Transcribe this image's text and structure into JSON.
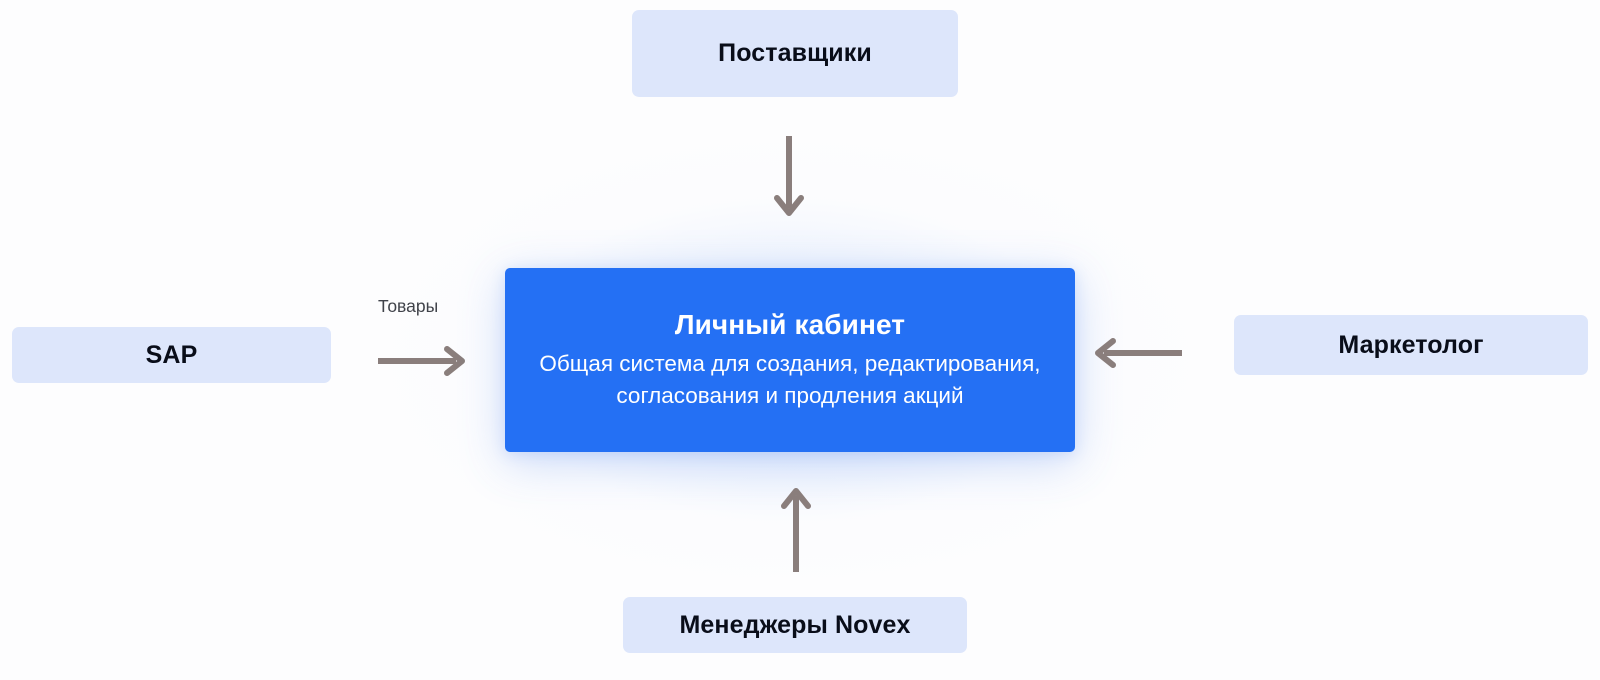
{
  "diagram": {
    "type": "flow-diagram",
    "background_color": "#fdfdfe",
    "center": {
      "title": "Личный кабинет",
      "description": "Общая система для создания, редактирования, согласования и продления акций",
      "background_color": "#2470f4",
      "text_color": "#ffffff"
    },
    "nodes": [
      {
        "id": "suppliers",
        "label": "Поставщики",
        "background_color": "#dde6fb",
        "text_color": "#090d19",
        "position": "top"
      },
      {
        "id": "sap",
        "label": "SAP",
        "background_color": "#dde6fb",
        "text_color": "#090d19",
        "position": "left"
      },
      {
        "id": "marketer",
        "label": "Маркетолог",
        "background_color": "#dde6fb",
        "text_color": "#090d19",
        "position": "right"
      },
      {
        "id": "managers",
        "label": "Менеджеры Novex",
        "background_color": "#dde6fb",
        "text_color": "#090d19",
        "position": "bottom"
      }
    ],
    "edges": [
      {
        "id": "suppliers-to-center",
        "from": "suppliers",
        "to": "center",
        "direction": "down",
        "label": "",
        "color": "#8a7e7c"
      },
      {
        "id": "sap-to-center",
        "from": "sap",
        "to": "center",
        "direction": "right",
        "label": "Товары",
        "color": "#8a7e7c"
      },
      {
        "id": "marketer-to-center",
        "from": "marketer",
        "to": "center",
        "direction": "left",
        "label": "",
        "color": "#8a7e7c"
      },
      {
        "id": "managers-to-center",
        "from": "managers",
        "to": "center",
        "direction": "up",
        "label": "",
        "color": "#8a7e7c"
      }
    ]
  }
}
